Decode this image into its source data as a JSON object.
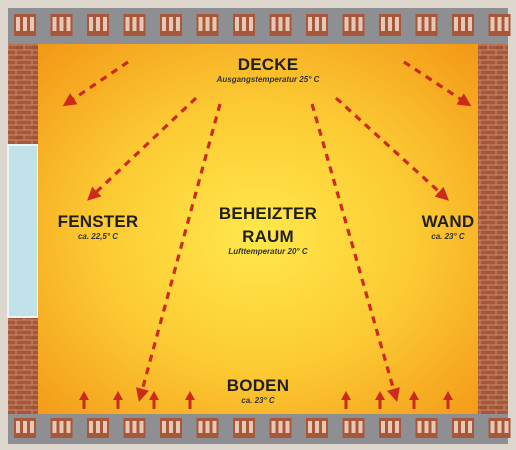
{
  "ceiling": {
    "label": "DECKE",
    "sub": "Ausgangstemperatur 25° C"
  },
  "window": {
    "label": "FENSTER",
    "sub": "ca. 22,5° C"
  },
  "room": {
    "line1": "BEHEIZTER",
    "line2": "RAUM",
    "sub": "Lufttemperatur 20° C"
  },
  "wall": {
    "label": "WAND",
    "sub": "ca. 23° C"
  },
  "floor": {
    "label": "BODEN",
    "sub": "ca. 23° C"
  },
  "colors": {
    "arrow": "#cc2a1c",
    "room_center": "#ffe84a",
    "room_edge": "#f39a18",
    "window_pane": "#c2e2ea",
    "brick": "#a8583a",
    "wall_border": "#6a6a6a"
  },
  "icons": [
    "radiation-arrow-icon",
    "floor-heat-arrow-icon"
  ]
}
